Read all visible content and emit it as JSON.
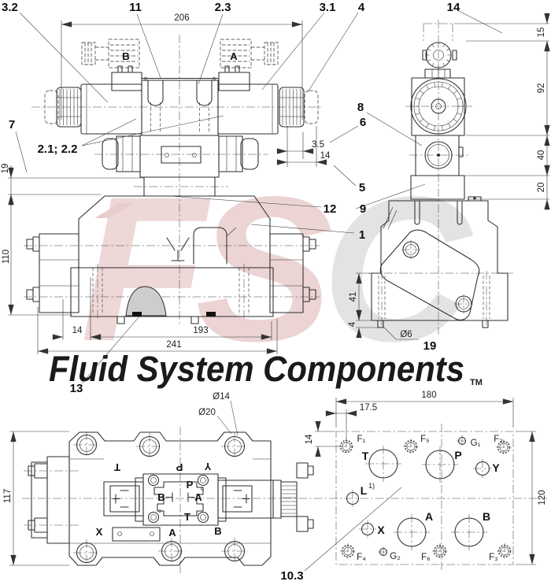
{
  "drawing": {
    "callouts": {
      "item3_2": "3.2",
      "item11": "11",
      "item2_3": "2.3",
      "item3_1": "3.1",
      "item4": "4",
      "item14": "14",
      "item7": "7",
      "item2_1_2_2": "2.1; 2.2",
      "item8": "8",
      "item6": "6",
      "item5": "5",
      "item12": "12",
      "item9": "9",
      "item1": "1",
      "item13": "13",
      "item19": "19",
      "item10_3": "10.3"
    },
    "dims": {
      "w206": "206",
      "h19": "19",
      "h110": "110",
      "w14": "14",
      "w193": "193",
      "w241": "241",
      "w3_5": "3.5",
      "w14b": "14",
      "h15": "15",
      "h92": "92",
      "h40": "40",
      "h20": "20",
      "h41": "41",
      "h4": "4",
      "dia6": "Ø6",
      "h117": "117",
      "dia14": "Ø14",
      "dia20": "Ø20",
      "w180": "180",
      "w17_5": "17.5",
      "h14": "14",
      "h120": "120"
    },
    "pilot": {
      "sol_b": "B",
      "sol_a": "A"
    },
    "top_view": {
      "t_inv": "T",
      "p_inv": "P",
      "y_inv": "Y",
      "p": "P",
      "b": "B",
      "a": "A",
      "t": "T",
      "x": "X",
      "a_body": "A",
      "b_body": "B"
    },
    "plate": {
      "f1": "F₁",
      "f5": "F₅",
      "g1": "G₁",
      "f2": "F₂",
      "t": "T",
      "p": "P",
      "y": "Y",
      "l": "L",
      "l_sup": "1)",
      "x": "X",
      "a": "A",
      "b": "B",
      "f4": "F₄",
      "g2": "G₂",
      "f6": "F₆",
      "f3": "F₃"
    },
    "watermark": {
      "f": "F",
      "s": "S",
      "c": "C",
      "tagline": "Fluid System Components",
      "tm": "TM"
    },
    "colors": {
      "line": "#2c2c2c",
      "dim_text": "#222222",
      "watermark_pink": "#eed7d7",
      "watermark_gray": "#d9d9d9",
      "seal_black": "#111111",
      "shade_gray": "#cdcdcd"
    }
  }
}
